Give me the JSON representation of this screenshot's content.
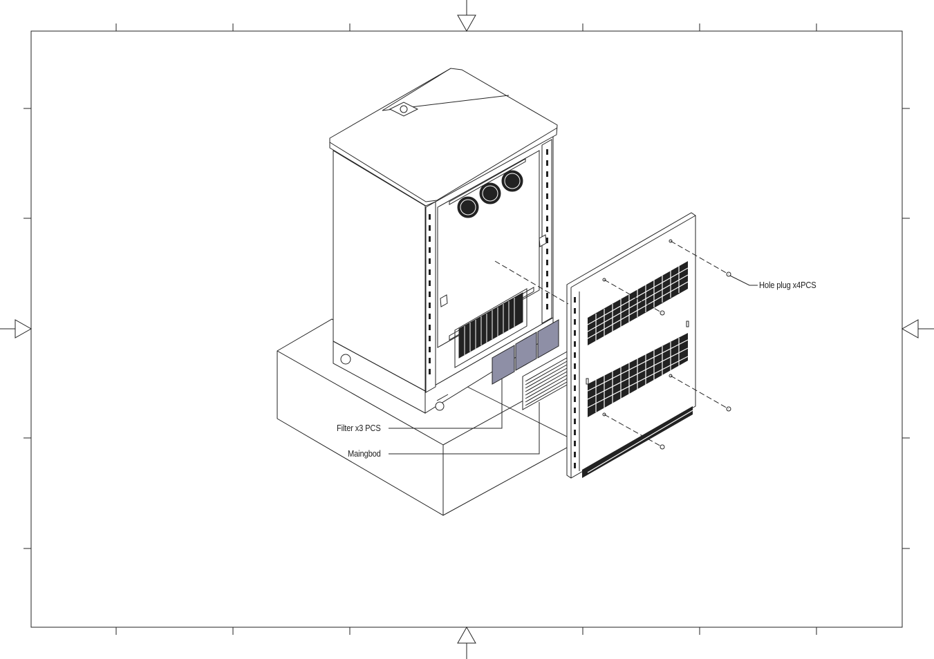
{
  "callouts": {
    "hole_plug": "Hole plug x4PCS",
    "filter": "Filter x3 PCS",
    "main_board": "Maingbod"
  },
  "colors": {
    "line": "#222222",
    "filter_fill": "#8e8fa6",
    "background": "#ffffff"
  }
}
